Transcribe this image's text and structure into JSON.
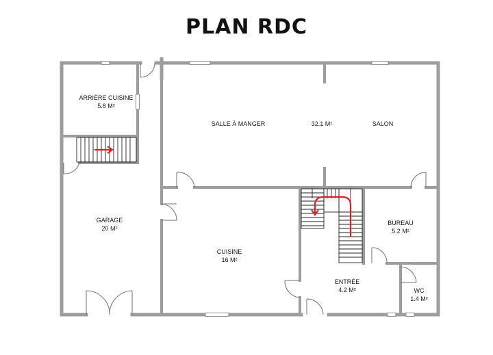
{
  "title": "PLAN RDC",
  "rooms": {
    "arriere_cuisine": {
      "name": "ARRIÈRE CUISINE",
      "area": "5.8 M²"
    },
    "salle_a_manger": {
      "name": "SALLE À MANGER"
    },
    "sejour_area": {
      "area": "32.1 M²"
    },
    "salon": {
      "name": "SALON"
    },
    "garage": {
      "name": "GARAGE",
      "area": "20 M²"
    },
    "cuisine": {
      "name": "CUISINE",
      "area": "16 M²"
    },
    "bureau": {
      "name": "BUREAU",
      "area": "5.2 M²"
    },
    "entree": {
      "name": "ENTRÉE",
      "area": "4.2 M²"
    },
    "wc": {
      "name": "WC",
      "area": "1.4 M²"
    }
  },
  "colors": {
    "wall": "#9a9e9e",
    "stair_arrow": "#e02020",
    "text": "#1a1a1a"
  }
}
